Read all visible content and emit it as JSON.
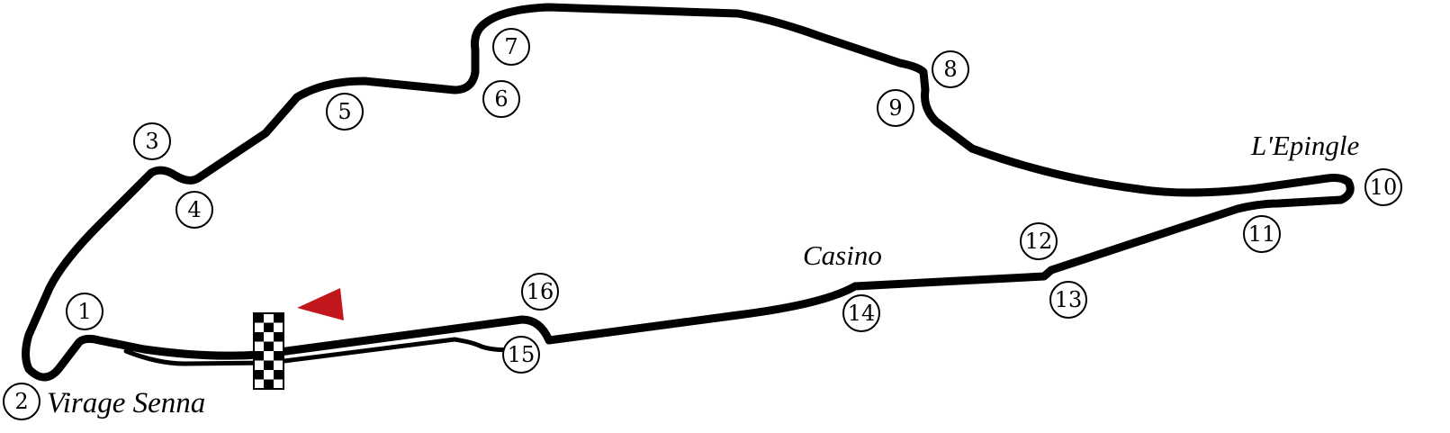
{
  "colors": {
    "track": "#000000",
    "background": "#ffffff",
    "direction_arrow": "#c0161c"
  },
  "turns": [
    "1",
    "2",
    "3",
    "4",
    "5",
    "6",
    "7",
    "8",
    "9",
    "10",
    "11",
    "12",
    "13",
    "14",
    "15",
    "16"
  ],
  "corner_names": {
    "turn_2": "Virage Senna",
    "turn_10": "L'Epingle",
    "turn_14": "Casino"
  },
  "icons": [
    "checkered-flag-icon",
    "direction-arrow-icon"
  ]
}
